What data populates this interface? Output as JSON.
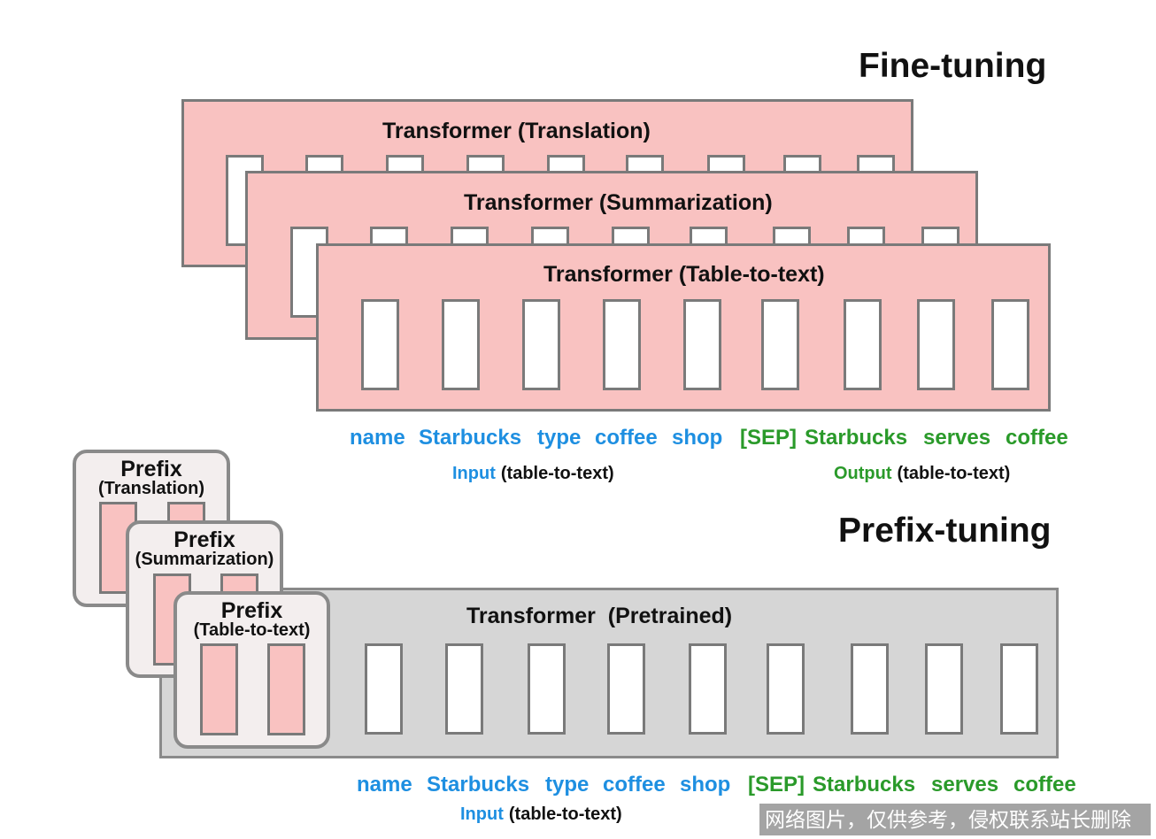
{
  "fine_tuning": {
    "title": "Fine-tuning",
    "transformers": [
      {
        "title": "Transformer (Translation)"
      },
      {
        "title": "Transformer (Summarization)"
      },
      {
        "title": "Transformer (Table-to-text)"
      }
    ],
    "tokens": {
      "input": [
        "name",
        "Starbucks",
        "type",
        "coffee",
        "shop"
      ],
      "output": [
        "[SEP]",
        "Starbucks",
        "serves",
        "coffee"
      ]
    },
    "input_label": {
      "key": "Input",
      "detail": "(table-to-text)"
    },
    "output_label": {
      "key": "Output",
      "detail": "(table-to-text)"
    }
  },
  "prefix_tuning": {
    "title": "Prefix-tuning",
    "prefixes": [
      {
        "title": "Prefix",
        "task": "(Translation)"
      },
      {
        "title": "Prefix",
        "task": "(Summarization)"
      },
      {
        "title": "Prefix",
        "task": "(Table-to-text)"
      }
    ],
    "transformer": {
      "title": "Transformer  (Pretrained)"
    },
    "tokens": {
      "input": [
        "name",
        "Starbucks",
        "type",
        "coffee",
        "shop"
      ],
      "output": [
        "[SEP]",
        "Starbucks",
        "serves",
        "coffee"
      ]
    },
    "input_label": {
      "key": "Input",
      "detail": "(table-to-text)"
    }
  },
  "colors": {
    "transformer_fill": "#f9c2c1",
    "pretrained_fill": "#d6d6d6",
    "prefix_fill": "#f3eeee",
    "input_token": "#1e8fe1",
    "output_token": "#2a9a2a",
    "border": "#7a7a7a"
  },
  "watermark": "网络图片，仅供参考，侵权联系站长删除"
}
